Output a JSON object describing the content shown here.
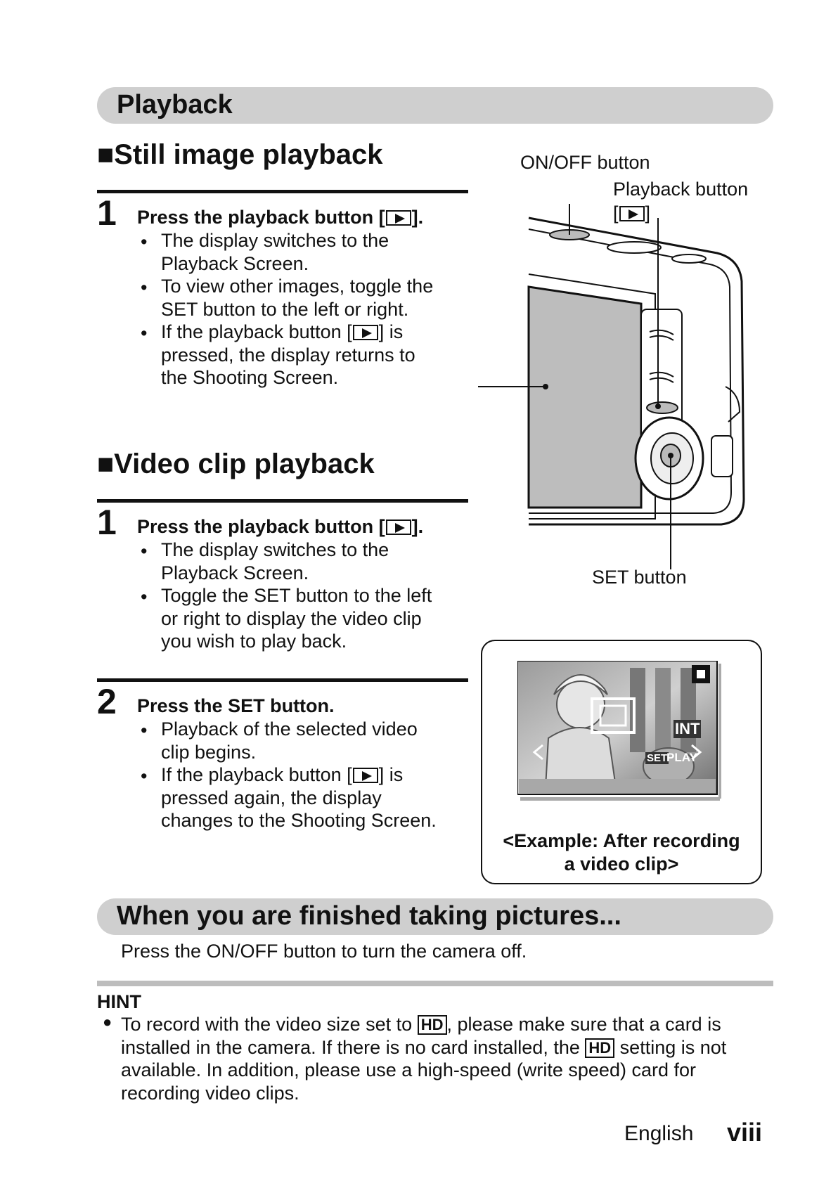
{
  "section_playback": {
    "title": "Playback"
  },
  "still": {
    "title": "■Still image playback",
    "step1": {
      "number": "1",
      "heading_pre": "Press the playback button [",
      "heading_post": "].",
      "bullets": [
        [
          "The display switches to the",
          "Playback Screen."
        ],
        [
          "To view other images, toggle the",
          "SET button to the left or right."
        ]
      ],
      "bullet3_pre": "If the playback button [",
      "bullet3_post": "] is",
      "bullet3_lines": [
        "pressed, the display returns to",
        "the Shooting Screen."
      ]
    }
  },
  "video": {
    "title": "■Video clip playback",
    "step1": {
      "number": "1",
      "heading_pre": "Press the playback button [",
      "heading_post": "].",
      "bullets": [
        [
          "The display switches to the",
          "Playback Screen."
        ],
        [
          "Toggle the SET button to the left",
          "or right to display the video clip",
          "you wish to play back."
        ]
      ]
    },
    "step2": {
      "number": "2",
      "heading": "Press the SET button.",
      "bullet1": [
        "Playback of the selected video",
        "clip begins."
      ],
      "bullet2_pre": "If the playback button [",
      "bullet2_post": "] is",
      "bullet2_lines": [
        "pressed again, the display",
        "changes to the Shooting Screen."
      ]
    }
  },
  "figure": {
    "onoff_label": "ON/OFF button",
    "playback_label": "Playback button",
    "playback_bracket_pre": "[",
    "playback_bracket_post": "]",
    "set_label": "SET button",
    "example_caption": [
      "<Example: After recording",
      "a video clip>"
    ],
    "screen_int": "INT",
    "screen_set": "SET",
    "screen_play": "PLAY"
  },
  "finished": {
    "title": "When you are finished taking pictures...",
    "text": "Press the ON/OFF button to turn the camera off."
  },
  "hint": {
    "title": "HINT",
    "line1_pre": "To record with the video size set to",
    "hd": "HD",
    "line1_post": ", please make sure that a card is",
    "line2_pre": "installed in the camera. If there is no card installed, the",
    "line2_post": "setting is not",
    "line3": "available. In addition, please use a high-speed (write speed) card for",
    "line4": "recording video clips."
  },
  "footer": {
    "language": "English",
    "page": "viii"
  },
  "colors": {
    "pill": "#cfcfcf",
    "text": "#111111"
  }
}
